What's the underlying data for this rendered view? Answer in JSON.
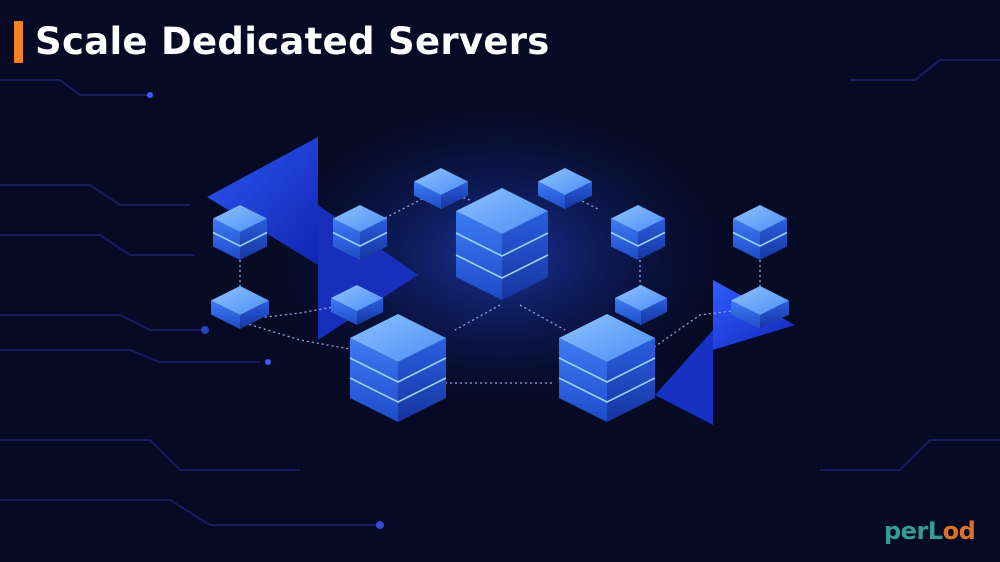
{
  "header": {
    "title": "Scale Dedicated Servers"
  },
  "brand": {
    "logo_part_1": "perL",
    "logo_part_2": "od"
  },
  "colors": {
    "background": "#070a24",
    "accent": "#f58220",
    "server_top": "#5fa8ff",
    "server_side": "#1e4fd8",
    "triangle": "#1d3fe0",
    "logo_primary": "#3aa7a0",
    "logo_secondary": "#f07a2a"
  },
  "icons": [
    "server-rack-icon",
    "network-hub-icon",
    "data-stream-icon",
    "perlod-logo"
  ]
}
